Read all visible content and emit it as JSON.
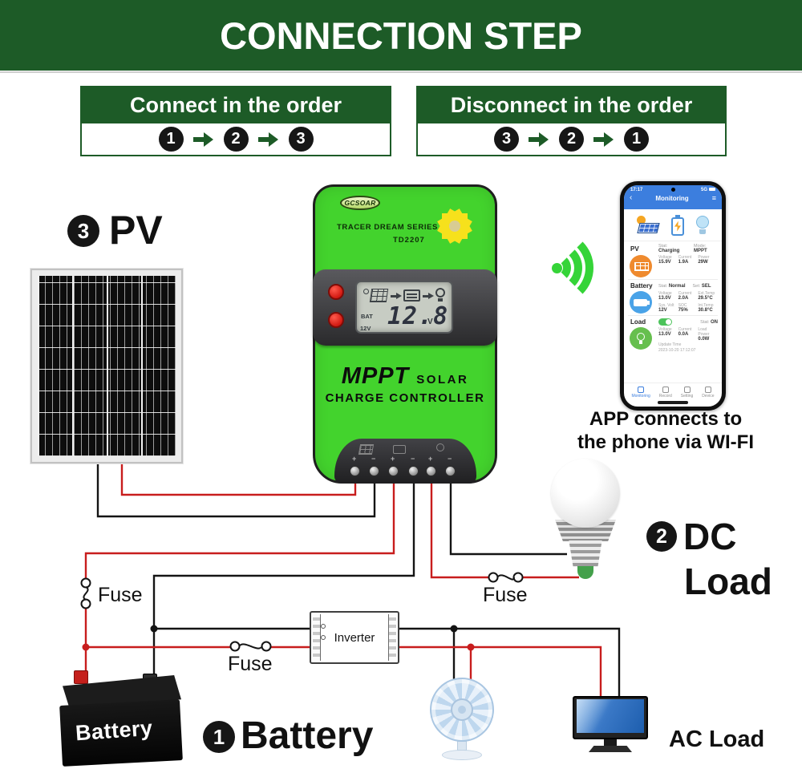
{
  "header": {
    "title": "CONNECTION STEP"
  },
  "order": {
    "connect": {
      "title": "Connect in the order",
      "steps": [
        "1",
        "2",
        "3"
      ]
    },
    "disconnect": {
      "title": "Disconnect in the order",
      "steps": [
        "3",
        "2",
        "1"
      ]
    }
  },
  "pv_label": {
    "num": "3",
    "text": "PV"
  },
  "dc_load_label": {
    "num": "2",
    "line1": "DC",
    "line2": "Load"
  },
  "battery_label": {
    "num": "1",
    "text": "Battery"
  },
  "ac_load_label": "AC Load",
  "battery_device_text": "Battery",
  "inverter_label": "Inverter",
  "fuse_labels": {
    "battery": "Fuse",
    "inverter": "Fuse",
    "dc": "Fuse"
  },
  "app_note": {
    "line1": "APP connects to",
    "line2": "the phone via WI-FI"
  },
  "controller": {
    "brand": "GCSOAR",
    "series": "TRACER DREAM SERIES",
    "model": "TD2207",
    "lcd": {
      "bat_label": "BAT",
      "sys_volt": "12V",
      "reading": "12.8",
      "unit": "V"
    },
    "type_mppt": "MPPT",
    "type_solar": "SOLAR",
    "type_line2": "CHARGE CONTROLLER",
    "terminal_signs": [
      "+",
      "−",
      "+",
      "−",
      "+",
      "−"
    ]
  },
  "phone": {
    "status": {
      "time": "17:17",
      "network": "5G"
    },
    "nav_title": "Monitoring",
    "pv_card": {
      "title": "PV",
      "stat_label": "Stat:",
      "stat": "Charging",
      "mode_label": "Mode:",
      "mode": "MPPT",
      "fields": [
        {
          "label": "Voltage",
          "value": "15.9V"
        },
        {
          "label": "Current",
          "value": "1.9A"
        },
        {
          "label": "Power",
          "value": "29W"
        }
      ]
    },
    "battery_card": {
      "title": "Battery",
      "stat_label": "Stat:",
      "stat": "Normal",
      "set_label": "Set:",
      "set": "SEL",
      "fields": [
        {
          "label": "Voltage",
          "value": "13.0V"
        },
        {
          "label": "Current",
          "value": "2.0A"
        },
        {
          "label": "Ext.Temp",
          "value": "29.5°C"
        },
        {
          "label": "Sys. Volt",
          "value": "12V"
        },
        {
          "label": "SOC",
          "value": "75%"
        },
        {
          "label": "Int.Temp",
          "value": "30.8°C"
        }
      ]
    },
    "load_card": {
      "title": "Load",
      "stat_label": "Stat:",
      "stat": "ON",
      "fields": [
        {
          "label": "Voltage",
          "value": "13.0V"
        },
        {
          "label": "Current",
          "value": "0.0A"
        },
        {
          "label": "Load Power",
          "value": "0.0W"
        }
      ],
      "update_label": "Update Time",
      "update_time": "2023-10-20 17:12:07"
    },
    "tabs": [
      {
        "label": "Monitoring"
      },
      {
        "label": "Record"
      },
      {
        "label": "Setting"
      },
      {
        "label": "Device"
      }
    ]
  },
  "colors": {
    "header_green": "#1d5b27",
    "controller_green": "#43d32d",
    "wifi_green": "#35d438",
    "wire_red": "#c81d1d",
    "wire_black": "#141414",
    "phone_blue": "#3c7ede",
    "pv_orange": "#ef8a2e",
    "battery_blue": "#4aa3e8",
    "load_green": "#66bf4e",
    "button_red": "#d21a12",
    "lcd_bg": "#c7ccc3"
  }
}
